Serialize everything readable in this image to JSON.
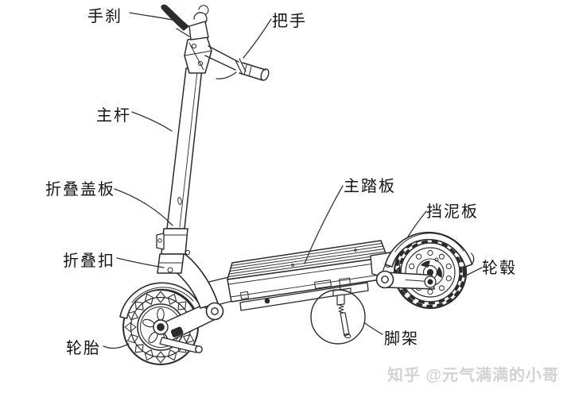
{
  "diagram": {
    "subject": "electric-scooter-part-diagram",
    "labels": [
      {
        "id": "hand-brake",
        "text": "手刹"
      },
      {
        "id": "handlebar",
        "text": "把手"
      },
      {
        "id": "main-pole",
        "text": "主杆"
      },
      {
        "id": "folding-cover",
        "text": "折叠盖板"
      },
      {
        "id": "folding-buckle",
        "text": "折叠扣"
      },
      {
        "id": "tire",
        "text": "轮胎"
      },
      {
        "id": "main-deck",
        "text": "主踏板"
      },
      {
        "id": "mudguard",
        "text": "挡泥板"
      },
      {
        "id": "wheel-hub",
        "text": "轮毂"
      },
      {
        "id": "kickstand",
        "text": "脚架"
      }
    ],
    "watermark": "知乎 @元气满满的小哥",
    "colors": {
      "line": "#2b2b2b",
      "watermark": "#d2d2d2",
      "background": "#ffffff"
    }
  }
}
